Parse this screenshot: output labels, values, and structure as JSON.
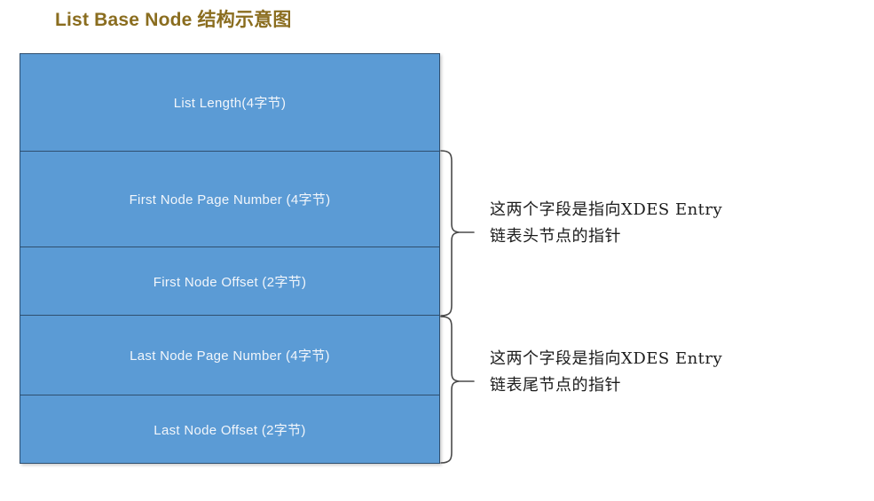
{
  "title": "List Base Node 结构示意图",
  "colors": {
    "title_text": "#8a6d1f",
    "box_fill": "#5b9bd5",
    "box_border": "#2f4f6f",
    "box_text": "#f2f6fb",
    "annotation_text": "#1b1b1b",
    "brace_stroke": "#4a4a4a",
    "page_background": "#ffffff"
  },
  "structure": {
    "name": "List Base Node",
    "fields": [
      {
        "label": "List Length(4字节)",
        "name": "List Length",
        "size_bytes": 4
      },
      {
        "label": "First Node Page Number (4字节)",
        "name": "First Node Page Number",
        "size_bytes": 4
      },
      {
        "label": "First Node Offset (2字节)",
        "name": "First Node Offset",
        "size_bytes": 2
      },
      {
        "label": "Last Node Page Number (4字节)",
        "name": "Last Node Page Number",
        "size_bytes": 4
      },
      {
        "label": "Last Node Offset (2字节)",
        "name": "Last Node Offset",
        "size_bytes": 2
      }
    ]
  },
  "annotations": [
    {
      "id": "head-pointer",
      "lines": [
        "这两个字段是指向XDES Entry",
        "链表头节点的指针"
      ],
      "covers_fields": [
        "First Node Page Number (4字节)",
        "First Node Offset (2字节)"
      ]
    },
    {
      "id": "tail-pointer",
      "lines": [
        "这两个字段是指向XDES Entry",
        "链表尾节点的指针"
      ],
      "covers_fields": [
        "Last Node Page Number (4字节)",
        "Last Node Offset (2字节)"
      ]
    }
  ]
}
